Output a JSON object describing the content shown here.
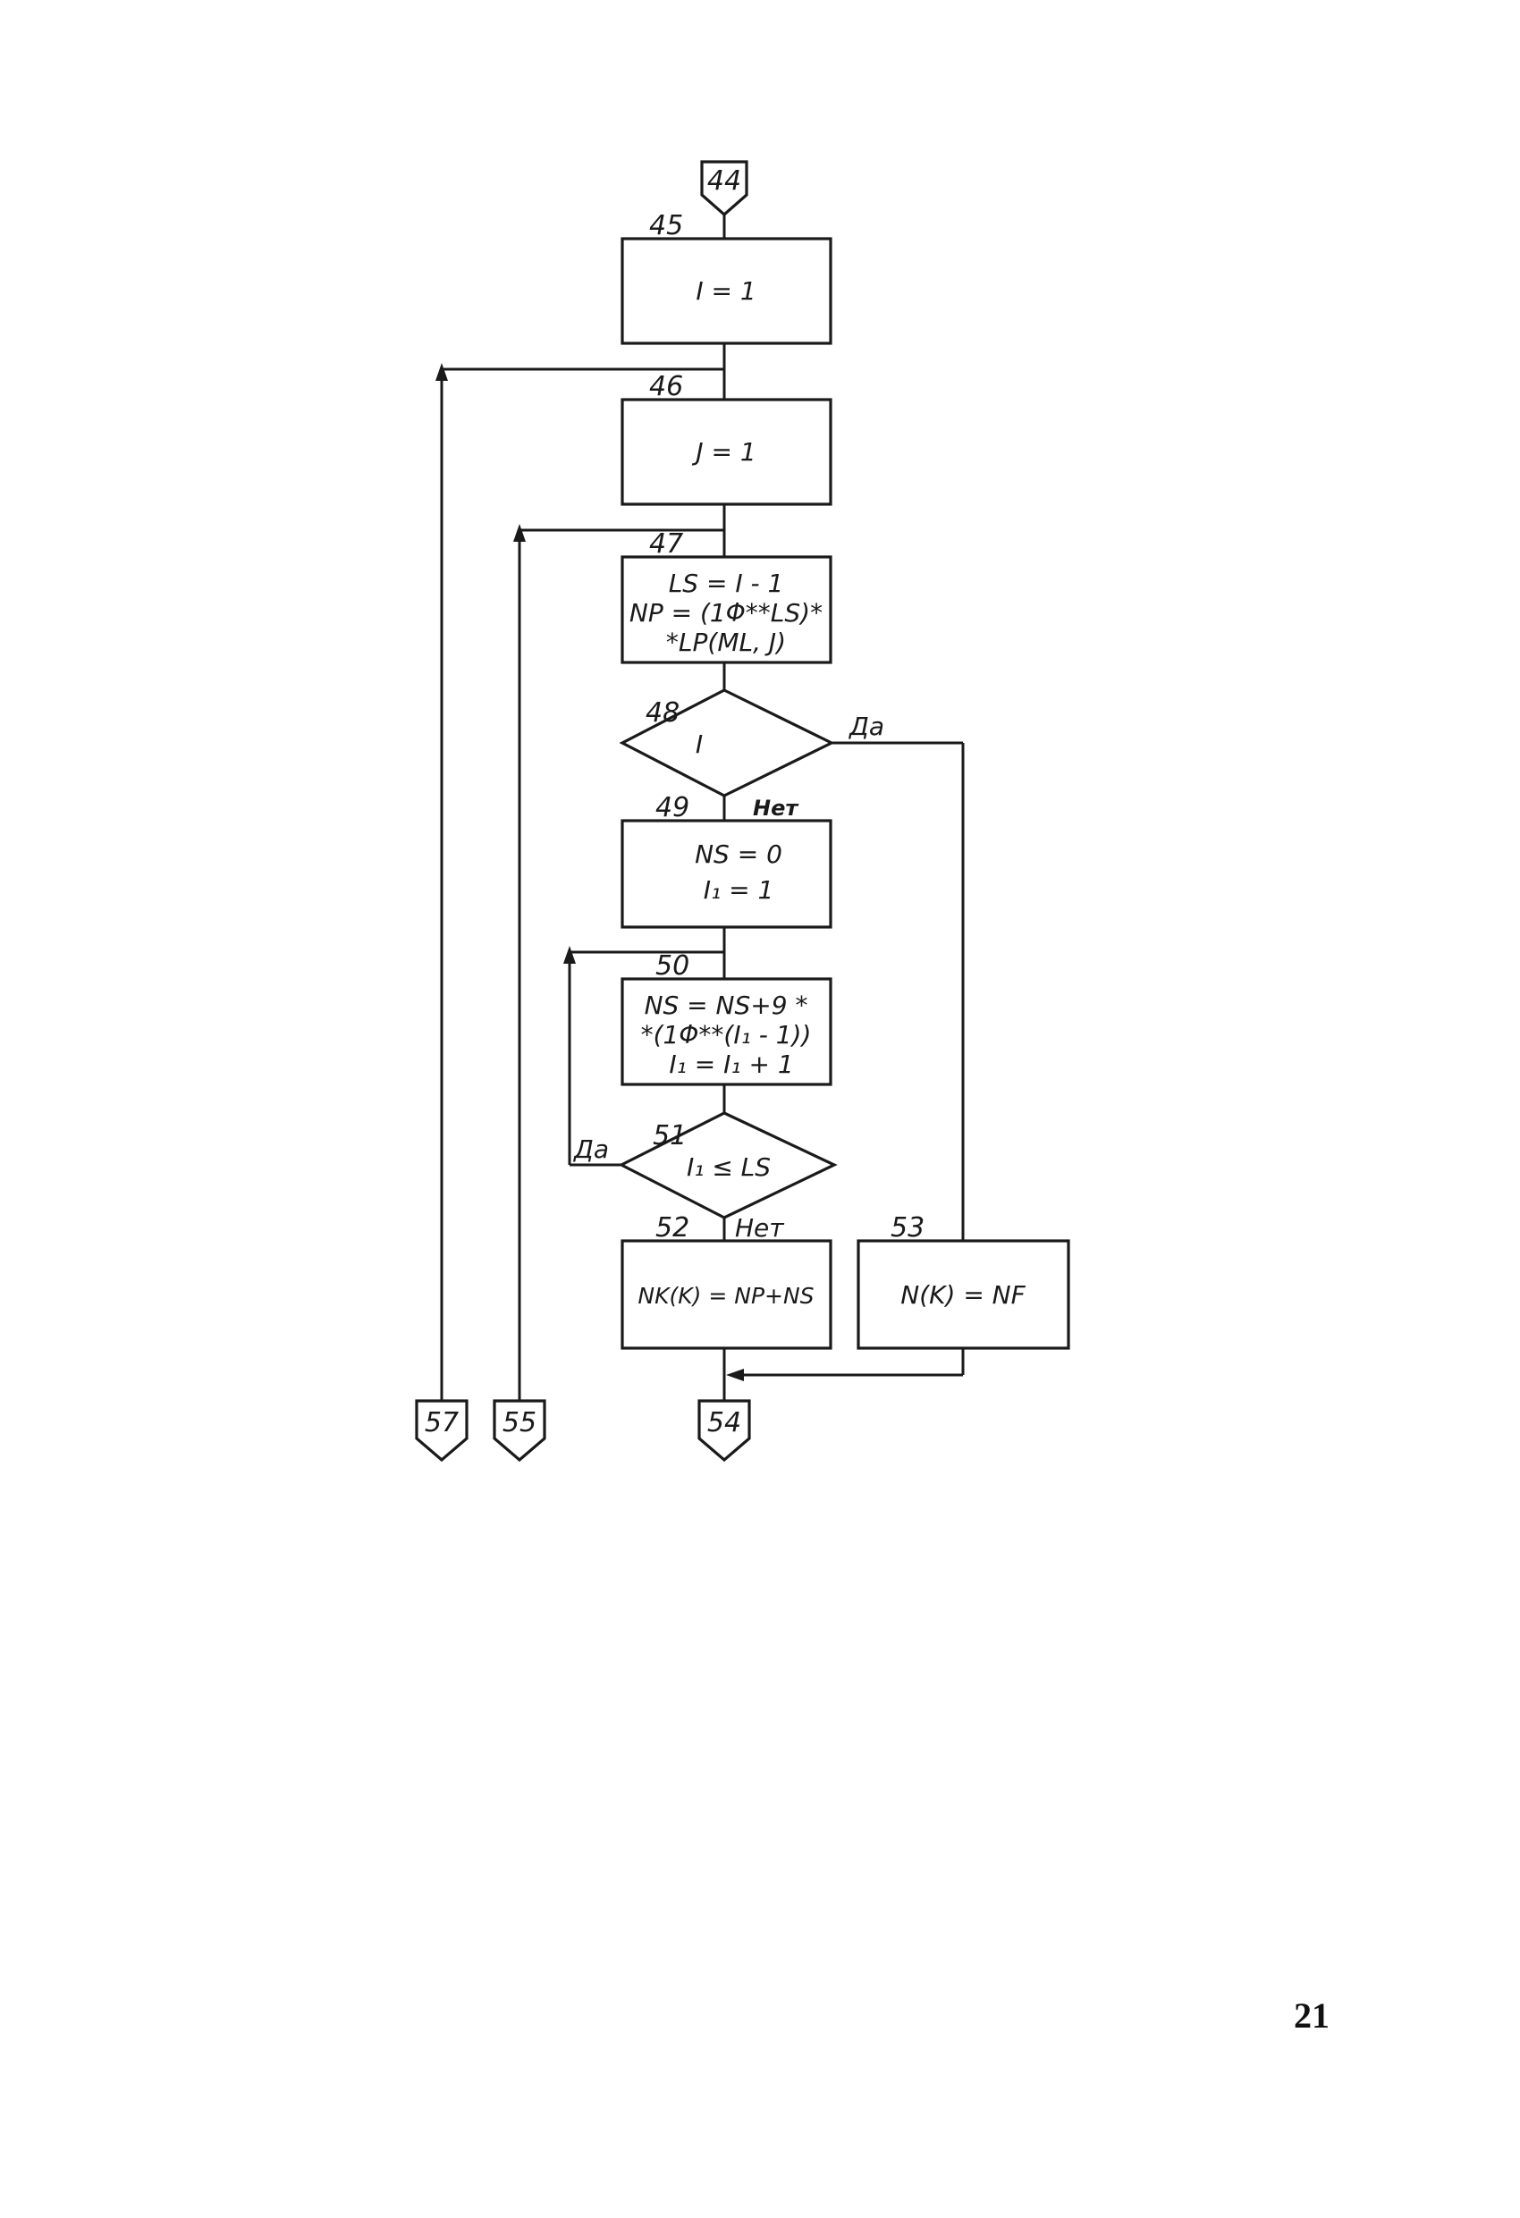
{
  "connectors": {
    "top": "44",
    "bottom_left_outer": "57",
    "bottom_left_inner": "55",
    "bottom_center": "54"
  },
  "blocks": {
    "b45": {
      "number": "45",
      "lines": [
        "I = 1"
      ]
    },
    "b46": {
      "number": "46",
      "lines": [
        "J = 1"
      ]
    },
    "b47": {
      "number": "47",
      "lines": [
        "LS = I - 1",
        "NP = (1Φ**LS)*",
        "*LP(ML, J)"
      ]
    },
    "b48": {
      "number": "48",
      "lines": [
        "I"
      ]
    },
    "b49": {
      "number": "49",
      "lines": [
        "NS = 0",
        "I₁ = 1"
      ]
    },
    "b50": {
      "number": "50",
      "lines": [
        "NS = NS+9 *",
        "*(1Φ**(I₁ - 1))",
        "I₁ = I₁ + 1"
      ]
    },
    "b51": {
      "number": "51",
      "lines": [
        "I₁ ≤ LS"
      ]
    },
    "b52": {
      "number": "52",
      "lines": [
        "NK(K) = NP+NS"
      ]
    },
    "b53": {
      "number": "53",
      "lines": [
        "N(K) = NF"
      ]
    }
  },
  "branch_labels": {
    "b48_yes": "Да",
    "b48_no": "Нет",
    "b51_yes": "Да",
    "b51_no": "Нет"
  },
  "page_number": "21"
}
